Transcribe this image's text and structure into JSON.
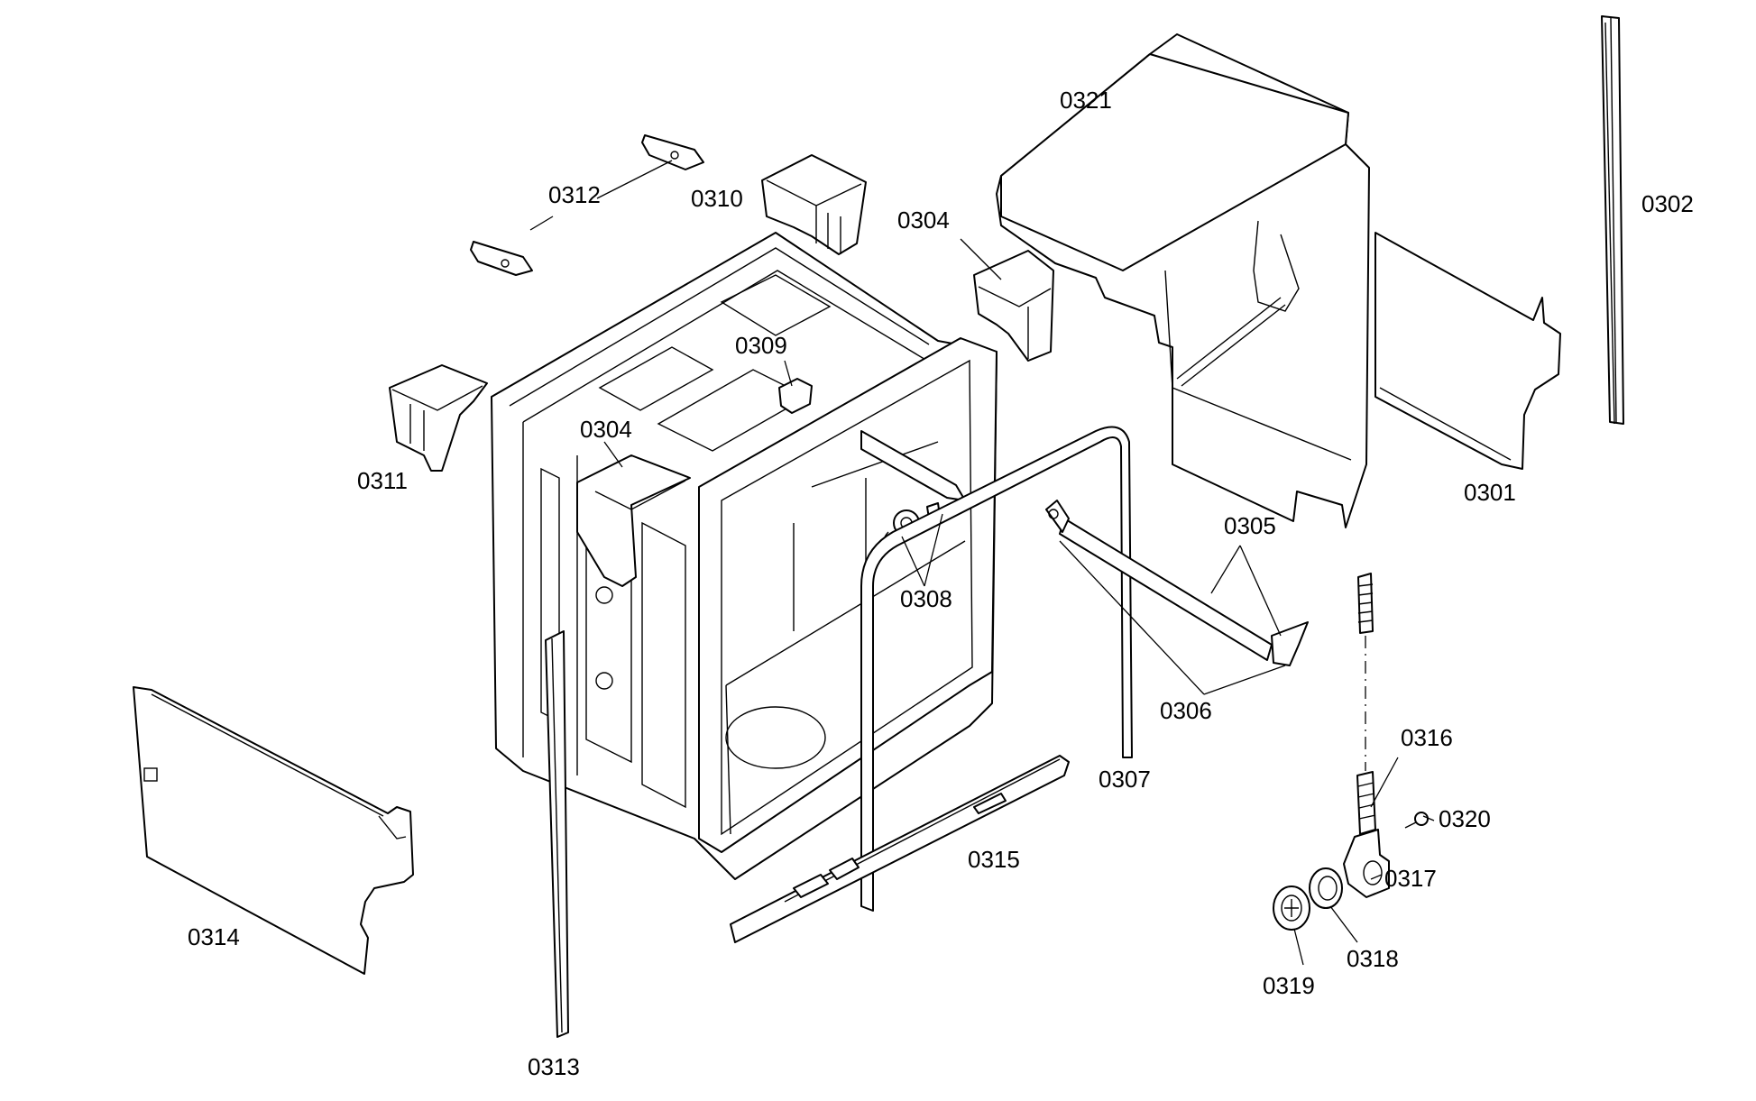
{
  "labels": {
    "p0321": "0321",
    "p0302": "0302",
    "p0312": "0312",
    "p0310": "0310",
    "p0304_top": "0304",
    "p0309": "0309",
    "p0304_mid": "0304",
    "p0311": "0311",
    "p0301": "0301",
    "p0305": "0305",
    "p0308": "0308",
    "p0306": "0306",
    "p0316": "0316",
    "p0307": "0307",
    "p0320": "0320",
    "p0315": "0315",
    "p0317": "0317",
    "p0314": "0314",
    "p0318": "0318",
    "p0319": "0319",
    "p0313": "0313"
  }
}
